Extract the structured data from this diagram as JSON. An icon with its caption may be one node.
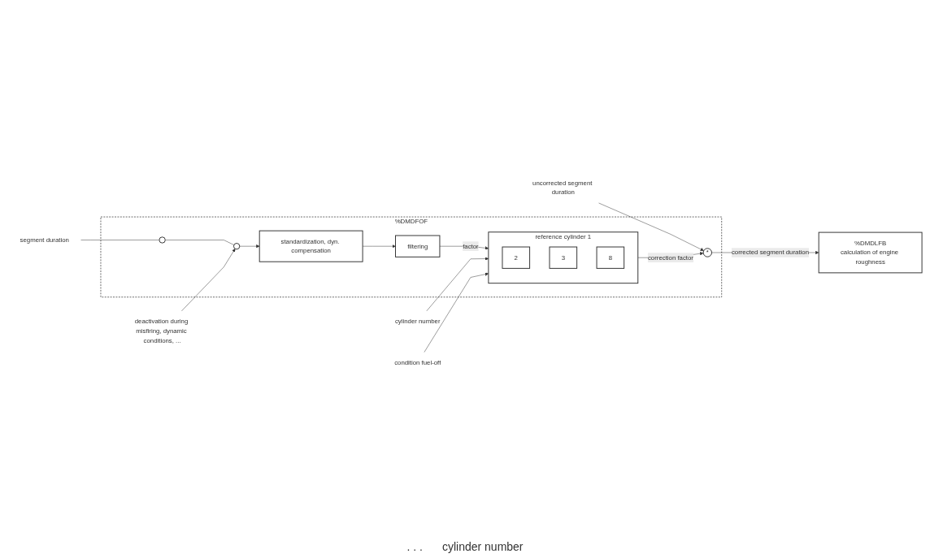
{
  "diagram": {
    "nodes": [
      {
        "text": [
          "%DMDFOF"
        ]
      },
      {
        "text": [
          "deactivation during misfiring, dynamic conditions, ..."
        ]
      },
      {
        "text": [
          "segment duration"
        ]
      },
      {
        "text": [],
        "shape": "circle",
        "in": 0
      },
      {
        "text": [],
        "shape": "circle",
        "in": 0
      },
      {
        "text": [
          "standardization, dyn. compensation"
        ],
        "in": 0
      },
      {
        "text": [
          "filtering"
        ],
        "in": 0
      },
      {
        "text": [
          "reference cylinder 1"
        ],
        "in": 0
      },
      {
        "text": [
          "2"
        ],
        "in": 7
      },
      {
        "text": [
          "3"
        ],
        "in": 7
      },
      {
        "text": [
          "8"
        ],
        "in": 7
      },
      {
        "text": [
          "cylinder number"
        ]
      },
      {
        "text": [
          "condition fuel-off"
        ]
      },
      {
        "text": [
          "uncorrected segment duration"
        ]
      },
      {
        "text": [
          "*"
        ],
        "in": 0
      },
      {
        "text": [
          "%DMDLFB",
          "calculation of engine roughness"
        ]
      }
    ],
    "edges": [
      {
        "from": 2,
        "to": 3,
        "arrow": "none"
      },
      {
        "from": 3,
        "to": 4,
        "arrow": "none"
      },
      {
        "from": 1,
        "to": 4,
        "arrow": "to"
      },
      {
        "from": 4,
        "to": 5,
        "arrow": "to"
      },
      {
        "from": 5,
        "to": 6,
        "arrow": "to"
      },
      {
        "from": 6,
        "to": 7,
        "label": "factor",
        "arrow": "to"
      },
      {
        "from": 11,
        "to": 7,
        "arrow": "to"
      },
      {
        "from": 12,
        "to": 7,
        "arrow": "to"
      },
      {
        "from": 7,
        "to": 14,
        "label": "correction factor",
        "arrow": "to"
      },
      {
        "from": 13,
        "to": 14,
        "arrow": "to"
      },
      {
        "from": 14,
        "to": 15,
        "label": "corrected segment duration",
        "arrow": "to"
      }
    ],
    "labels": [
      ". . .",
      "cylinder number"
    ]
  }
}
